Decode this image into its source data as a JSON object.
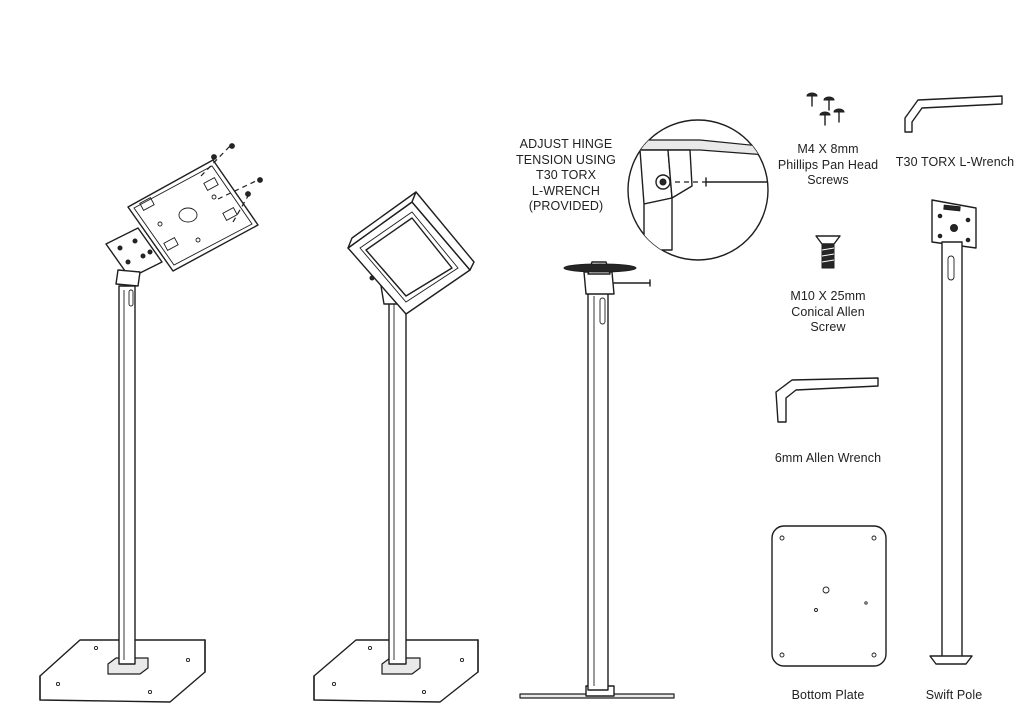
{
  "annotations": {
    "hinge_note": "ADJUST HINGE\nTENSION USING\nT30 TORX\nL-WRENCH\n(PROVIDED)"
  },
  "parts": {
    "screws_m4": "M4 X 8mm\nPhillips Pan Head\nScrews",
    "torx_wrench": "T30 TORX L-Wrench",
    "screw_m10": "M10 X 25mm\nConical Allen\nScrew",
    "allen_wrench": "6mm Allen Wrench",
    "bottom_plate": "Bottom Plate",
    "swift_pole": "Swift Pole"
  }
}
